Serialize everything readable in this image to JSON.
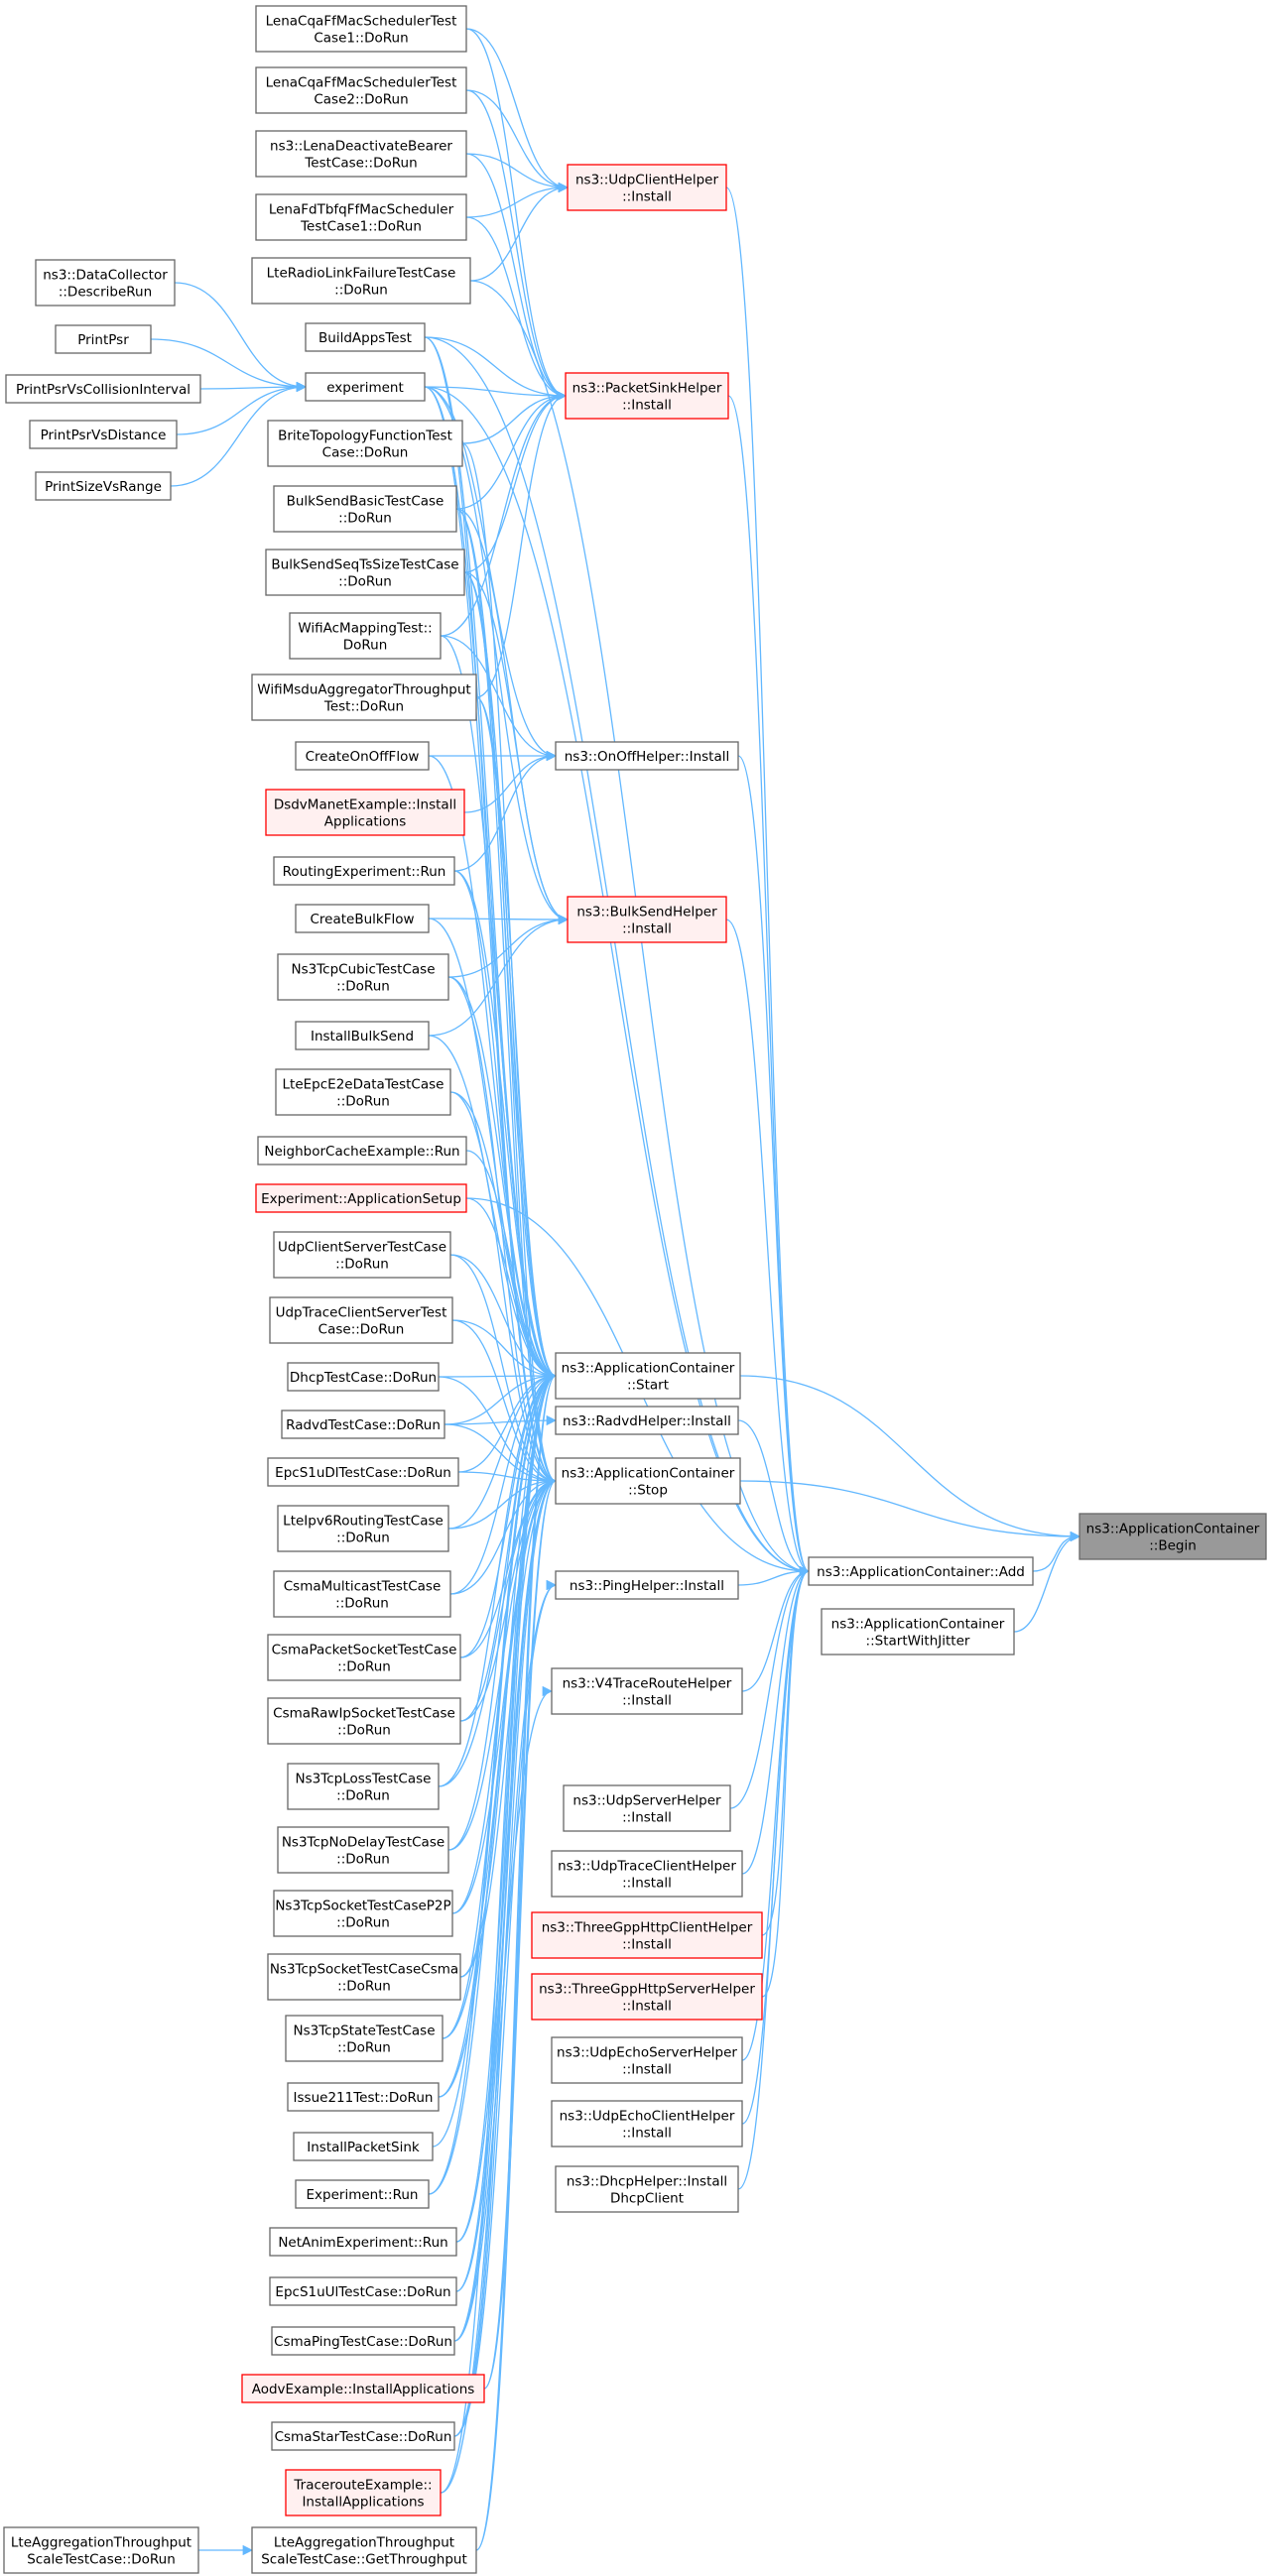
{
  "graph": {
    "colors": {
      "edge": "#63b8ff",
      "node_border": "#666666",
      "highlight_border": "#ff0000",
      "highlight_fill": "#fff0f0",
      "target_fill": "#999999"
    },
    "nodes": [
      {
        "id": "n0",
        "lines": [
          "ns3::ApplicationContainer",
          "::Begin"
        ],
        "style": "target"
      },
      {
        "id": "n1",
        "lines": [
          "ns3::ApplicationContainer",
          "::Start"
        ],
        "style": "normal"
      },
      {
        "id": "n2",
        "lines": [
          "ns3::ApplicationContainer",
          "::Stop"
        ],
        "style": "normal"
      },
      {
        "id": "n3",
        "lines": [
          "ns3::ApplicationContainer::Add"
        ],
        "style": "normal"
      },
      {
        "id": "n4",
        "lines": [
          "ns3::ApplicationContainer",
          "::StartWithJitter"
        ],
        "style": "normal"
      },
      {
        "id": "n5",
        "lines": [
          "ns3::UdpClientHelper",
          "::Install"
        ],
        "style": "red"
      },
      {
        "id": "n6",
        "lines": [
          "ns3::PacketSinkHelper",
          "::Install"
        ],
        "style": "red"
      },
      {
        "id": "n7",
        "lines": [
          "ns3::OnOffHelper::Install"
        ],
        "style": "normal"
      },
      {
        "id": "n8",
        "lines": [
          "ns3::BulkSendHelper",
          "::Install"
        ],
        "style": "red"
      },
      {
        "id": "n9",
        "lines": [
          "ns3::RadvdHelper::Install"
        ],
        "style": "normal"
      },
      {
        "id": "n10",
        "lines": [
          "ns3::PingHelper::Install"
        ],
        "style": "normal"
      },
      {
        "id": "n11",
        "lines": [
          "ns3::V4TraceRouteHelper",
          "::Install"
        ],
        "style": "normal"
      },
      {
        "id": "n12",
        "lines": [
          "ns3::UdpServerHelper",
          "::Install"
        ],
        "style": "normal"
      },
      {
        "id": "n13",
        "lines": [
          "ns3::UdpTraceClientHelper",
          "::Install"
        ],
        "style": "normal"
      },
      {
        "id": "n14",
        "lines": [
          "ns3::ThreeGppHttpClientHelper",
          "::Install"
        ],
        "style": "red"
      },
      {
        "id": "n15",
        "lines": [
          "ns3::ThreeGppHttpServerHelper",
          "::Install"
        ],
        "style": "red"
      },
      {
        "id": "n16",
        "lines": [
          "ns3::UdpEchoServerHelper",
          "::Install"
        ],
        "style": "normal"
      },
      {
        "id": "n17",
        "lines": [
          "ns3::UdpEchoClientHelper",
          "::Install"
        ],
        "style": "normal"
      },
      {
        "id": "n18",
        "lines": [
          "ns3::DhcpHelper::Install",
          "DhcpClient"
        ],
        "style": "normal"
      },
      {
        "id": "n19",
        "lines": [
          "LenaCqaFfMacSchedulerTest",
          "Case1::DoRun"
        ],
        "style": "normal"
      },
      {
        "id": "n20",
        "lines": [
          "LenaCqaFfMacSchedulerTest",
          "Case2::DoRun"
        ],
        "style": "normal"
      },
      {
        "id": "n21",
        "lines": [
          "ns3::LenaDeactivateBearer",
          "TestCase::DoRun"
        ],
        "style": "normal"
      },
      {
        "id": "n22",
        "lines": [
          "LenaFdTbfqFfMacScheduler",
          "TestCase1::DoRun"
        ],
        "style": "normal"
      },
      {
        "id": "n23",
        "lines": [
          "LteRadioLinkFailureTestCase",
          "::DoRun"
        ],
        "style": "normal"
      },
      {
        "id": "n24",
        "lines": [
          "BuildAppsTest"
        ],
        "style": "normal"
      },
      {
        "id": "n25",
        "lines": [
          "experiment"
        ],
        "style": "normal"
      },
      {
        "id": "n26",
        "lines": [
          "BriteTopologyFunctionTest",
          "Case::DoRun"
        ],
        "style": "normal"
      },
      {
        "id": "n27",
        "lines": [
          "BulkSendBasicTestCase",
          "::DoRun"
        ],
        "style": "normal"
      },
      {
        "id": "n28",
        "lines": [
          "BulkSendSeqTsSizeTestCase",
          "::DoRun"
        ],
        "style": "normal"
      },
      {
        "id": "n29",
        "lines": [
          "WifiAcMappingTest::",
          "DoRun"
        ],
        "style": "normal"
      },
      {
        "id": "n30",
        "lines": [
          "WifiMsduAggregatorThroughput",
          "Test::DoRun"
        ],
        "style": "normal"
      },
      {
        "id": "n31",
        "lines": [
          "CreateOnOffFlow"
        ],
        "style": "normal"
      },
      {
        "id": "n32",
        "lines": [
          "DsdvManetExample::Install",
          "Applications"
        ],
        "style": "red"
      },
      {
        "id": "n33",
        "lines": [
          "RoutingExperiment::Run"
        ],
        "style": "normal"
      },
      {
        "id": "n34",
        "lines": [
          "CreateBulkFlow"
        ],
        "style": "normal"
      },
      {
        "id": "n35",
        "lines": [
          "Ns3TcpCubicTestCase",
          "::DoRun"
        ],
        "style": "normal"
      },
      {
        "id": "n36",
        "lines": [
          "InstallBulkSend"
        ],
        "style": "normal"
      },
      {
        "id": "n37",
        "lines": [
          "LteEpcE2eDataTestCase",
          "::DoRun"
        ],
        "style": "normal"
      },
      {
        "id": "n38",
        "lines": [
          "NeighborCacheExample::Run"
        ],
        "style": "normal"
      },
      {
        "id": "n39",
        "lines": [
          "Experiment::ApplicationSetup"
        ],
        "style": "red"
      },
      {
        "id": "n40",
        "lines": [
          "UdpClientServerTestCase",
          "::DoRun"
        ],
        "style": "normal"
      },
      {
        "id": "n41",
        "lines": [
          "UdpTraceClientServerTest",
          "Case::DoRun"
        ],
        "style": "normal"
      },
      {
        "id": "n42",
        "lines": [
          "DhcpTestCase::DoRun"
        ],
        "style": "normal"
      },
      {
        "id": "n43",
        "lines": [
          "RadvdTestCase::DoRun"
        ],
        "style": "normal"
      },
      {
        "id": "n44",
        "lines": [
          "EpcS1uDlTestCase::DoRun"
        ],
        "style": "normal"
      },
      {
        "id": "n45",
        "lines": [
          "LteIpv6RoutingTestCase",
          "::DoRun"
        ],
        "style": "normal"
      },
      {
        "id": "n46",
        "lines": [
          "CsmaMulticastTestCase",
          "::DoRun"
        ],
        "style": "normal"
      },
      {
        "id": "n47",
        "lines": [
          "CsmaPacketSocketTestCase",
          "::DoRun"
        ],
        "style": "normal"
      },
      {
        "id": "n48",
        "lines": [
          "CsmaRawIpSocketTestCase",
          "::DoRun"
        ],
        "style": "normal"
      },
      {
        "id": "n49",
        "lines": [
          "Ns3TcpLossTestCase",
          "::DoRun"
        ],
        "style": "normal"
      },
      {
        "id": "n50",
        "lines": [
          "Ns3TcpNoDelayTestCase",
          "::DoRun"
        ],
        "style": "normal"
      },
      {
        "id": "n51",
        "lines": [
          "Ns3TcpSocketTestCaseP2P",
          "::DoRun"
        ],
        "style": "normal"
      },
      {
        "id": "n52",
        "lines": [
          "Ns3TcpSocketTestCaseCsma",
          "::DoRun"
        ],
        "style": "normal"
      },
      {
        "id": "n53",
        "lines": [
          "Ns3TcpStateTestCase",
          "::DoRun"
        ],
        "style": "normal"
      },
      {
        "id": "n54",
        "lines": [
          "Issue211Test::DoRun"
        ],
        "style": "normal"
      },
      {
        "id": "n55",
        "lines": [
          "InstallPacketSink"
        ],
        "style": "normal"
      },
      {
        "id": "n56",
        "lines": [
          "Experiment::Run"
        ],
        "style": "normal"
      },
      {
        "id": "n57",
        "lines": [
          "NetAnimExperiment::Run"
        ],
        "style": "normal"
      },
      {
        "id": "n58",
        "lines": [
          "EpcS1uUlTestCase::DoRun"
        ],
        "style": "normal"
      },
      {
        "id": "n59",
        "lines": [
          "CsmaPingTestCase::DoRun"
        ],
        "style": "normal"
      },
      {
        "id": "n60",
        "lines": [
          "AodvExample::InstallApplications"
        ],
        "style": "red"
      },
      {
        "id": "n61",
        "lines": [
          "CsmaStarTestCase::DoRun"
        ],
        "style": "normal"
      },
      {
        "id": "n62",
        "lines": [
          "TracerouteExample::",
          "InstallApplications"
        ],
        "style": "red"
      },
      {
        "id": "n63",
        "lines": [
          "LteAggregationThroughput",
          "ScaleTestCase::GetThroughput"
        ],
        "style": "normal"
      },
      {
        "id": "n64",
        "lines": [
          "LteAggregationThroughput",
          "ScaleTestCase::DoRun"
        ],
        "style": "normal"
      },
      {
        "id": "n65",
        "lines": [
          "ns3::DataCollector",
          "::DescribeRun"
        ],
        "style": "normal"
      },
      {
        "id": "n66",
        "lines": [
          "PrintPsr"
        ],
        "style": "normal"
      },
      {
        "id": "n67",
        "lines": [
          "PrintPsrVsCollisionInterval"
        ],
        "style": "normal"
      },
      {
        "id": "n68",
        "lines": [
          "PrintPsrVsDistance"
        ],
        "style": "normal"
      },
      {
        "id": "n69",
        "lines": [
          "PrintSizeVsRange"
        ],
        "style": "normal"
      }
    ],
    "edges": [
      [
        "n1",
        "n0"
      ],
      [
        "n2",
        "n0"
      ],
      [
        "n3",
        "n0"
      ],
      [
        "n4",
        "n0"
      ],
      [
        "n5",
        "n3"
      ],
      [
        "n6",
        "n3"
      ],
      [
        "n7",
        "n3"
      ],
      [
        "n8",
        "n3"
      ],
      [
        "n9",
        "n3"
      ],
      [
        "n10",
        "n3"
      ],
      [
        "n11",
        "n3"
      ],
      [
        "n12",
        "n3"
      ],
      [
        "n13",
        "n3"
      ],
      [
        "n14",
        "n3"
      ],
      [
        "n15",
        "n3"
      ],
      [
        "n16",
        "n3"
      ],
      [
        "n17",
        "n3"
      ],
      [
        "n18",
        "n3"
      ],
      [
        "n23",
        "n3"
      ],
      [
        "n24",
        "n3"
      ],
      [
        "n25",
        "n3"
      ],
      [
        "n39",
        "n3"
      ],
      [
        "n19",
        "n5"
      ],
      [
        "n20",
        "n5"
      ],
      [
        "n21",
        "n5"
      ],
      [
        "n22",
        "n5"
      ],
      [
        "n23",
        "n5"
      ],
      [
        "n19",
        "n6"
      ],
      [
        "n20",
        "n6"
      ],
      [
        "n21",
        "n6"
      ],
      [
        "n22",
        "n6"
      ],
      [
        "n24",
        "n6"
      ],
      [
        "n25",
        "n6"
      ],
      [
        "n26",
        "n6"
      ],
      [
        "n27",
        "n6"
      ],
      [
        "n28",
        "n6"
      ],
      [
        "n29",
        "n6"
      ],
      [
        "n30",
        "n6"
      ],
      [
        "n25",
        "n7"
      ],
      [
        "n29",
        "n7"
      ],
      [
        "n31",
        "n7"
      ],
      [
        "n32",
        "n7"
      ],
      [
        "n33",
        "n7"
      ],
      [
        "n25",
        "n8"
      ],
      [
        "n27",
        "n8"
      ],
      [
        "n28",
        "n8"
      ],
      [
        "n34",
        "n8"
      ],
      [
        "n35",
        "n8"
      ],
      [
        "n36",
        "n8"
      ],
      [
        "n43",
        "n9"
      ],
      [
        "n24",
        "n1"
      ],
      [
        "n25",
        "n1"
      ],
      [
        "n26",
        "n1"
      ],
      [
        "n27",
        "n1"
      ],
      [
        "n28",
        "n1"
      ],
      [
        "n29",
        "n1"
      ],
      [
        "n30",
        "n1"
      ],
      [
        "n31",
        "n1"
      ],
      [
        "n33",
        "n1"
      ],
      [
        "n34",
        "n1"
      ],
      [
        "n35",
        "n1"
      ],
      [
        "n36",
        "n1"
      ],
      [
        "n37",
        "n1"
      ],
      [
        "n38",
        "n1"
      ],
      [
        "n39",
        "n1"
      ],
      [
        "n40",
        "n1"
      ],
      [
        "n41",
        "n1"
      ],
      [
        "n42",
        "n1"
      ],
      [
        "n43",
        "n1"
      ],
      [
        "n44",
        "n1"
      ],
      [
        "n45",
        "n1"
      ],
      [
        "n46",
        "n1"
      ],
      [
        "n47",
        "n1"
      ],
      [
        "n48",
        "n1"
      ],
      [
        "n49",
        "n1"
      ],
      [
        "n50",
        "n1"
      ],
      [
        "n51",
        "n1"
      ],
      [
        "n52",
        "n1"
      ],
      [
        "n53",
        "n1"
      ],
      [
        "n54",
        "n1"
      ],
      [
        "n55",
        "n1"
      ],
      [
        "n56",
        "n1"
      ],
      [
        "n57",
        "n1"
      ],
      [
        "n58",
        "n1"
      ],
      [
        "n59",
        "n1"
      ],
      [
        "n60",
        "n1"
      ],
      [
        "n61",
        "n1"
      ],
      [
        "n62",
        "n1"
      ],
      [
        "n63",
        "n1"
      ],
      [
        "n24",
        "n2"
      ],
      [
        "n25",
        "n2"
      ],
      [
        "n27",
        "n2"
      ],
      [
        "n28",
        "n2"
      ],
      [
        "n30",
        "n2"
      ],
      [
        "n33",
        "n2"
      ],
      [
        "n35",
        "n2"
      ],
      [
        "n37",
        "n2"
      ],
      [
        "n40",
        "n2"
      ],
      [
        "n41",
        "n2"
      ],
      [
        "n42",
        "n2"
      ],
      [
        "n43",
        "n2"
      ],
      [
        "n44",
        "n2"
      ],
      [
        "n45",
        "n2"
      ],
      [
        "n46",
        "n2"
      ],
      [
        "n47",
        "n2"
      ],
      [
        "n48",
        "n2"
      ],
      [
        "n49",
        "n2"
      ],
      [
        "n50",
        "n2"
      ],
      [
        "n51",
        "n2"
      ],
      [
        "n52",
        "n2"
      ],
      [
        "n53",
        "n2"
      ],
      [
        "n54",
        "n2"
      ],
      [
        "n56",
        "n2"
      ],
      [
        "n57",
        "n2"
      ],
      [
        "n58",
        "n2"
      ],
      [
        "n59",
        "n2"
      ],
      [
        "n60",
        "n2"
      ],
      [
        "n61",
        "n2"
      ],
      [
        "n63",
        "n2"
      ],
      [
        "n59",
        "n10"
      ],
      [
        "n61",
        "n10"
      ],
      [
        "n62",
        "n11"
      ],
      [
        "n65",
        "n25"
      ],
      [
        "n66",
        "n25"
      ],
      [
        "n67",
        "n25"
      ],
      [
        "n68",
        "n25"
      ],
      [
        "n69",
        "n25"
      ],
      [
        "n64",
        "n63"
      ]
    ]
  }
}
